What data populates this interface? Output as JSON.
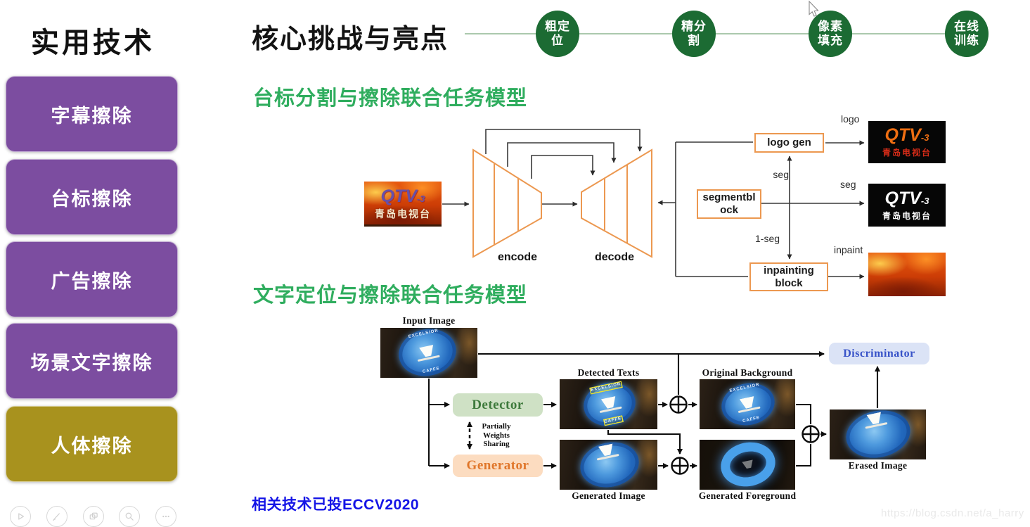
{
  "sidebar": {
    "title": "实用技术",
    "purple": "#7c4da0",
    "gold": "#a8921e",
    "items": [
      {
        "label": "字幕擦除"
      },
      {
        "label": "台标擦除"
      },
      {
        "label": "广告擦除"
      },
      {
        "label": "场景文字擦除"
      },
      {
        "label": "人体擦除"
      }
    ]
  },
  "header": {
    "title": "核心挑战与亮点",
    "circle_color": "#1c6b33",
    "steps": [
      {
        "line1": "粗定",
        "line2": "位"
      },
      {
        "line1": "精分",
        "line2": "割"
      },
      {
        "line1": "像素",
        "line2": "填充"
      },
      {
        "line1": "在线",
        "line2": "训练"
      }
    ]
  },
  "section1": {
    "heading": "台标分割与擦除联合任务模型",
    "heading_color": "#2fad5e",
    "encode_label": "encode",
    "decode_label": "decode",
    "logo_gen_label": "logo gen",
    "segment_block_line1": "segmentbl",
    "segment_block_line2": "ock",
    "inpainting_line1": "inpainting",
    "inpainting_line2": "block",
    "seg_label": "seg",
    "one_minus_seg_label": "1-seg",
    "out_logo_label": "logo",
    "out_seg_label": "seg",
    "out_inpaint_label": "inpaint",
    "tv_logo": "QTV",
    "tv_logo_suffix": "-3",
    "tv_station": "青岛电视台"
  },
  "section2": {
    "heading": "文字定位与擦除联合任务模型",
    "heading_color": "#2fad5e",
    "input_label": "Input Image",
    "detected_label": "Detected Texts",
    "original_bg_label": "Original Background",
    "generated_img_label": "Generated Image",
    "generated_fg_label": "Generated Foreground",
    "erased_label": "Erased Image",
    "detector_label": "Detector",
    "generator_label": "Generator",
    "discriminator_label": "Discriminator",
    "weights_line1": "Partially",
    "weights_line2": "Weights",
    "weights_line3": "Sharing",
    "sign_top": "EXCELSIOR",
    "sign_bottom": "CAFFE"
  },
  "footer": {
    "note": "相关技术已投ECCV2020",
    "note_color": "#1414e6",
    "watermark": "https://blog.csdn.net/a_harry",
    "controls": [
      {
        "name": "play"
      },
      {
        "name": "pen"
      },
      {
        "name": "slides"
      },
      {
        "name": "zoom"
      },
      {
        "name": "more"
      }
    ]
  }
}
